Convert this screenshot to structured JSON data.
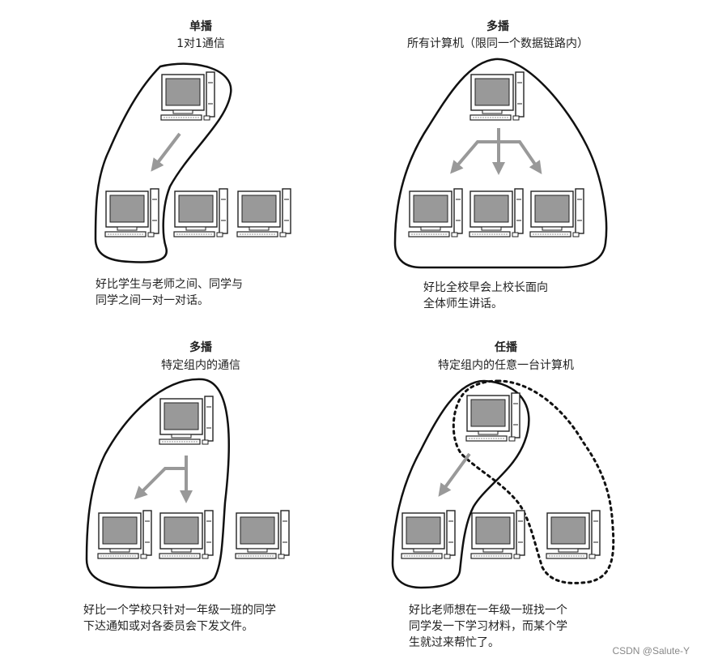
{
  "panels": [
    {
      "title": "单播",
      "subtitle": "1对1通信",
      "caption": [
        "好比学生与老师之间、同学与",
        "同学之间一对一对话。"
      ]
    },
    {
      "title": "多播",
      "subtitle": "所有计算机（限同一个数据链路内）",
      "caption": [
        "好比全校早会上校长面向",
        "全体师生讲话。"
      ]
    },
    {
      "title": "多播",
      "subtitle": "特定组内的通信",
      "caption": [
        "好比一个学校只针对一年级一班的同学",
        "下达通知或对各委员会下发文件。"
      ]
    },
    {
      "title": "任播",
      "subtitle": "特定组内的任意一台计算机",
      "caption": [
        "好比老师想在一年级一班找一个",
        "同学发一下学习材料，而某个学",
        "生就过来帮忙了。"
      ]
    }
  ],
  "watermark": "CSDN @Salute-Y"
}
